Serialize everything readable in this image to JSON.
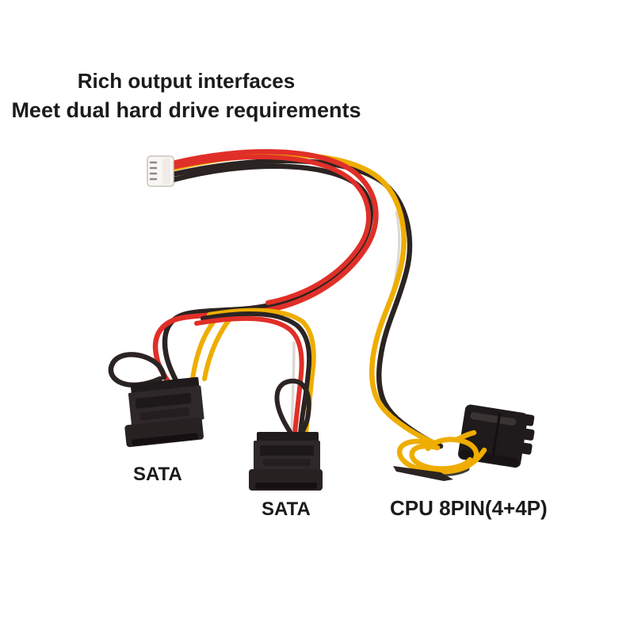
{
  "image": {
    "kind": "product-photo",
    "subject": "PSU output cable harness with one white 4-pin input plug, two SATA power connectors and one CPU 8PIN(4+4P) connector",
    "background_color": "#ffffff"
  },
  "headline": {
    "line1": "Rich output interfaces",
    "line2": "Meet dual hard drive requirements",
    "text_color": "#1b1b1b"
  },
  "connector_labels": {
    "sata_left": "SATA",
    "sata_middle": "SATA",
    "cpu": "CPU 8PIN(4+4P)"
  },
  "connectors": [
    {
      "name": "white-4pin-input-plug",
      "color": "white"
    },
    {
      "name": "sata-power-left",
      "color": "black"
    },
    {
      "name": "sata-power-middle",
      "color": "black"
    },
    {
      "name": "cpu-8pin-4plus4",
      "color": "black"
    }
  ],
  "palette": {
    "wire_red": "#e02f28",
    "wire_yellow": "#eead00",
    "wire_black": "#2b2422",
    "wire_white": "#ddd8d2",
    "wire_olive": "#3c4035",
    "text_color": "#1b1b1b",
    "connector_dark": "#1f1a1b",
    "connector_body": "#2e282a",
    "connector_groove": "#1d181a",
    "connector_lip": "#272122",
    "connector_slot": "#141011",
    "plug_white_fill": "#f8f6f3",
    "plug_white_border": "#c9c3bb",
    "plug_pin": "#8f8a84"
  }
}
